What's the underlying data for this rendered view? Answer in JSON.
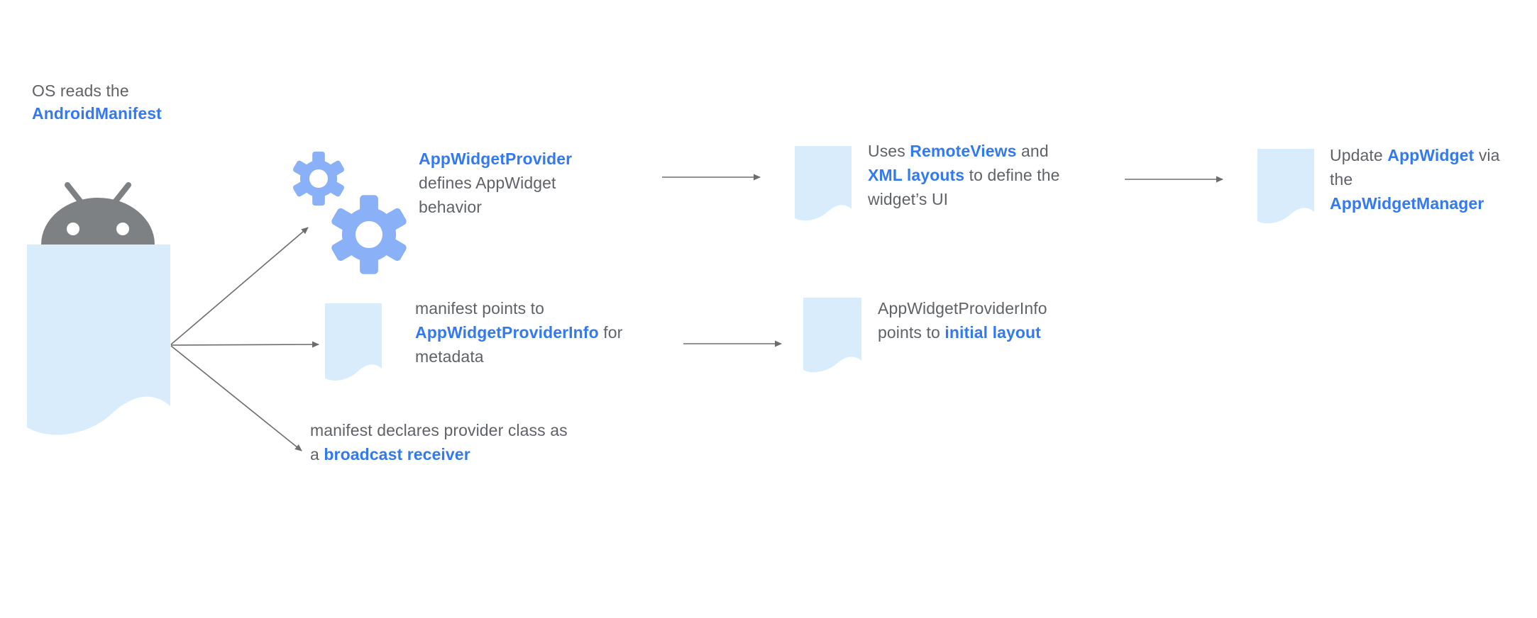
{
  "diagram_title": "OS reads the AndroidManifest AppWidget flow",
  "colors": {
    "doc_fill": "#D9ECFC",
    "gear_blue": "#8AB1F8",
    "android_gray": "#7E8184",
    "text_gray": "#5F6368",
    "link_blue": "#3379F2",
    "arrow_gray": "#6B6E71"
  },
  "icons": {
    "android_robot": "android-robot-icon",
    "manifest_document": "manifest-document-icon",
    "gears": "gears-icon",
    "document": "document-icon",
    "arrow": "arrow-connector"
  },
  "labels": {
    "intro": {
      "lines": [
        [
          {
            "t": "OS reads the",
            "s": "gray"
          }
        ],
        [
          {
            "t": "AndroidManifest",
            "s": "blue"
          }
        ]
      ]
    },
    "provider": {
      "lines": [
        [
          {
            "t": "AppWidgetProvider",
            "s": "blue"
          }
        ],
        [
          {
            "t": "defines AppWidget",
            "s": "gray"
          }
        ],
        [
          {
            "t": "behavior",
            "s": "gray"
          }
        ]
      ]
    },
    "remoteviews": {
      "lines": [
        [
          {
            "t": "Uses ",
            "s": "gray"
          },
          {
            "t": "RemoteViews",
            "s": "blue"
          },
          {
            "t": " and",
            "s": "gray"
          }
        ],
        [
          {
            "t": "XML layouts",
            "s": "blue"
          },
          {
            "t": " to define the",
            "s": "gray"
          }
        ],
        [
          {
            "t": "widget’s UI",
            "s": "gray"
          }
        ]
      ]
    },
    "update": {
      "lines": [
        [
          {
            "t": "Update ",
            "s": "gray"
          },
          {
            "t": "AppWidget",
            "s": "blue"
          },
          {
            "t": " via",
            "s": "gray"
          }
        ],
        [
          {
            "t": "the",
            "s": "gray"
          }
        ],
        [
          {
            "t": "AppWidgetManager",
            "s": "blue"
          }
        ]
      ]
    },
    "provider_info": {
      "lines": [
        [
          {
            "t": "manifest points to",
            "s": "gray"
          }
        ],
        [
          {
            "t": "AppWidgetProviderInfo",
            "s": "blue"
          },
          {
            "t": " for",
            "s": "gray"
          }
        ],
        [
          {
            "t": "metadata",
            "s": "gray"
          }
        ]
      ]
    },
    "initial_layout": {
      "lines": [
        [
          {
            "t": "AppWidgetProviderInfo",
            "s": "gray"
          }
        ],
        [
          {
            "t": "points to ",
            "s": "gray"
          },
          {
            "t": "initial layout",
            "s": "blue"
          }
        ]
      ]
    },
    "broadcast": {
      "lines": [
        [
          {
            "t": "manifest declares provider class as",
            "s": "gray"
          }
        ],
        [
          {
            "t": "a ",
            "s": "gray"
          },
          {
            "t": "broadcast receiver",
            "s": "blue"
          }
        ]
      ]
    }
  }
}
